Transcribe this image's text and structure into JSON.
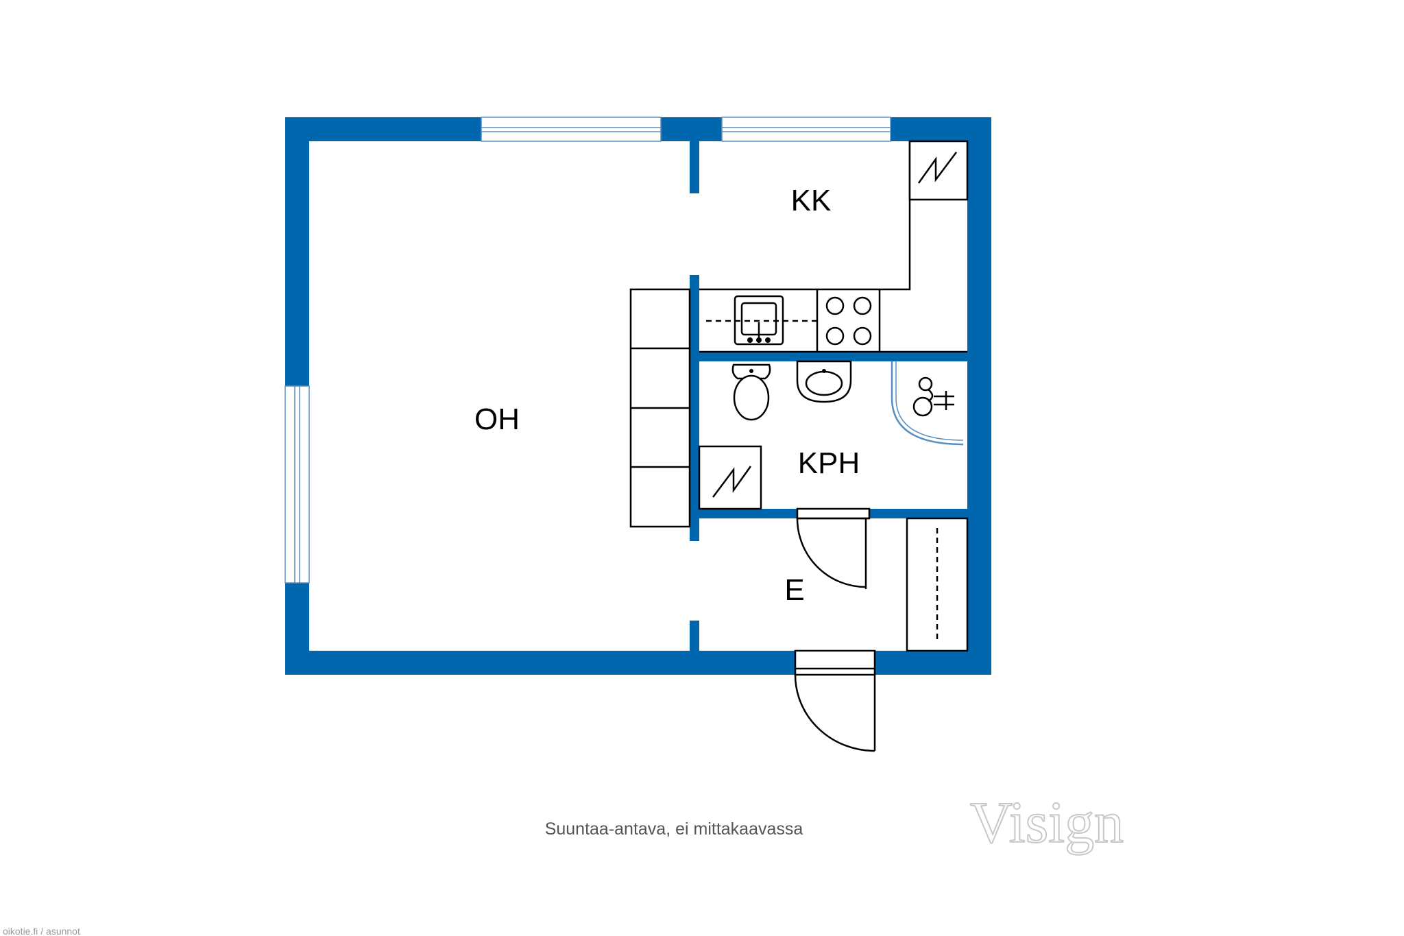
{
  "rooms": {
    "living_room": "OH",
    "kitchenette": "KK",
    "bathroom": "KPH",
    "entrance": "E"
  },
  "caption": "Suuntaa-antava, ei mittakaavassa",
  "brand": "Visign",
  "credit": "oikotie.fi / asunnot",
  "colors": {
    "wall": "#0066AE",
    "fixture_line": "#000000",
    "background": "#FFFFFF"
  }
}
